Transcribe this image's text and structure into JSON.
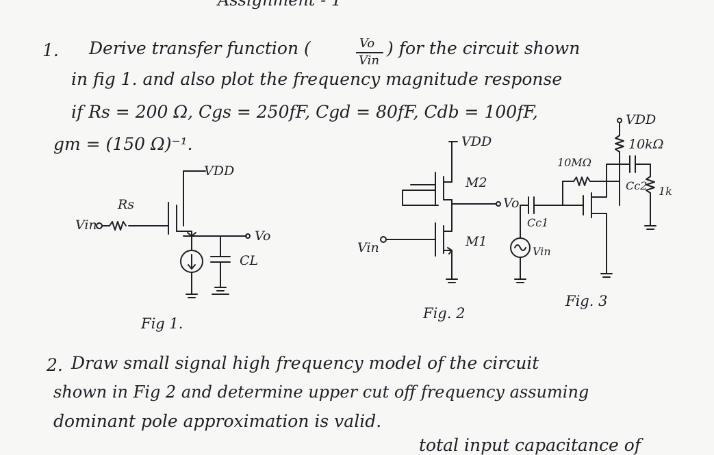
{
  "header": {
    "title_fragment": "Assignment - 1"
  },
  "q1": {
    "number": "1.",
    "line1a": "Derive transfer function (",
    "frac_num": "Vo",
    "frac_den": "Vin",
    "line1b": ") for the circuit shown",
    "line2": "in fig 1. and also plot the frequency magnitude response",
    "line3": "if Rs = 200 Ω, Cgs = 250fF, Cgd = 80fF, Cdb = 100fF,",
    "line4": "gm = (150 Ω)⁻¹."
  },
  "fig1": {
    "caption": "Fig 1.",
    "vdd": "VDD",
    "rs": "Rs",
    "vin": "Vin",
    "vo": "Vo",
    "cl": "CL"
  },
  "fig2": {
    "caption": "Fig. 2",
    "vdd": "VDD",
    "m2": "M2",
    "m1": "M1",
    "vo": "Vo",
    "vin": "Vin"
  },
  "fig3": {
    "caption": "Fig. 3",
    "vdd": "VDD",
    "r_drain": "10kΩ",
    "r_gate": "10MΩ",
    "cc1": "Cc1",
    "cc2": "Cc2",
    "r_source": "1k",
    "vin": "Vin"
  },
  "q2": {
    "number": "2.",
    "line1": "Draw small signal high frequency model of the circuit",
    "line2": "shown in Fig 2 and determine upper cut off frequency assuming",
    "line3": "dominant pole approximation is valid.",
    "line4": "total input capacitance of"
  }
}
